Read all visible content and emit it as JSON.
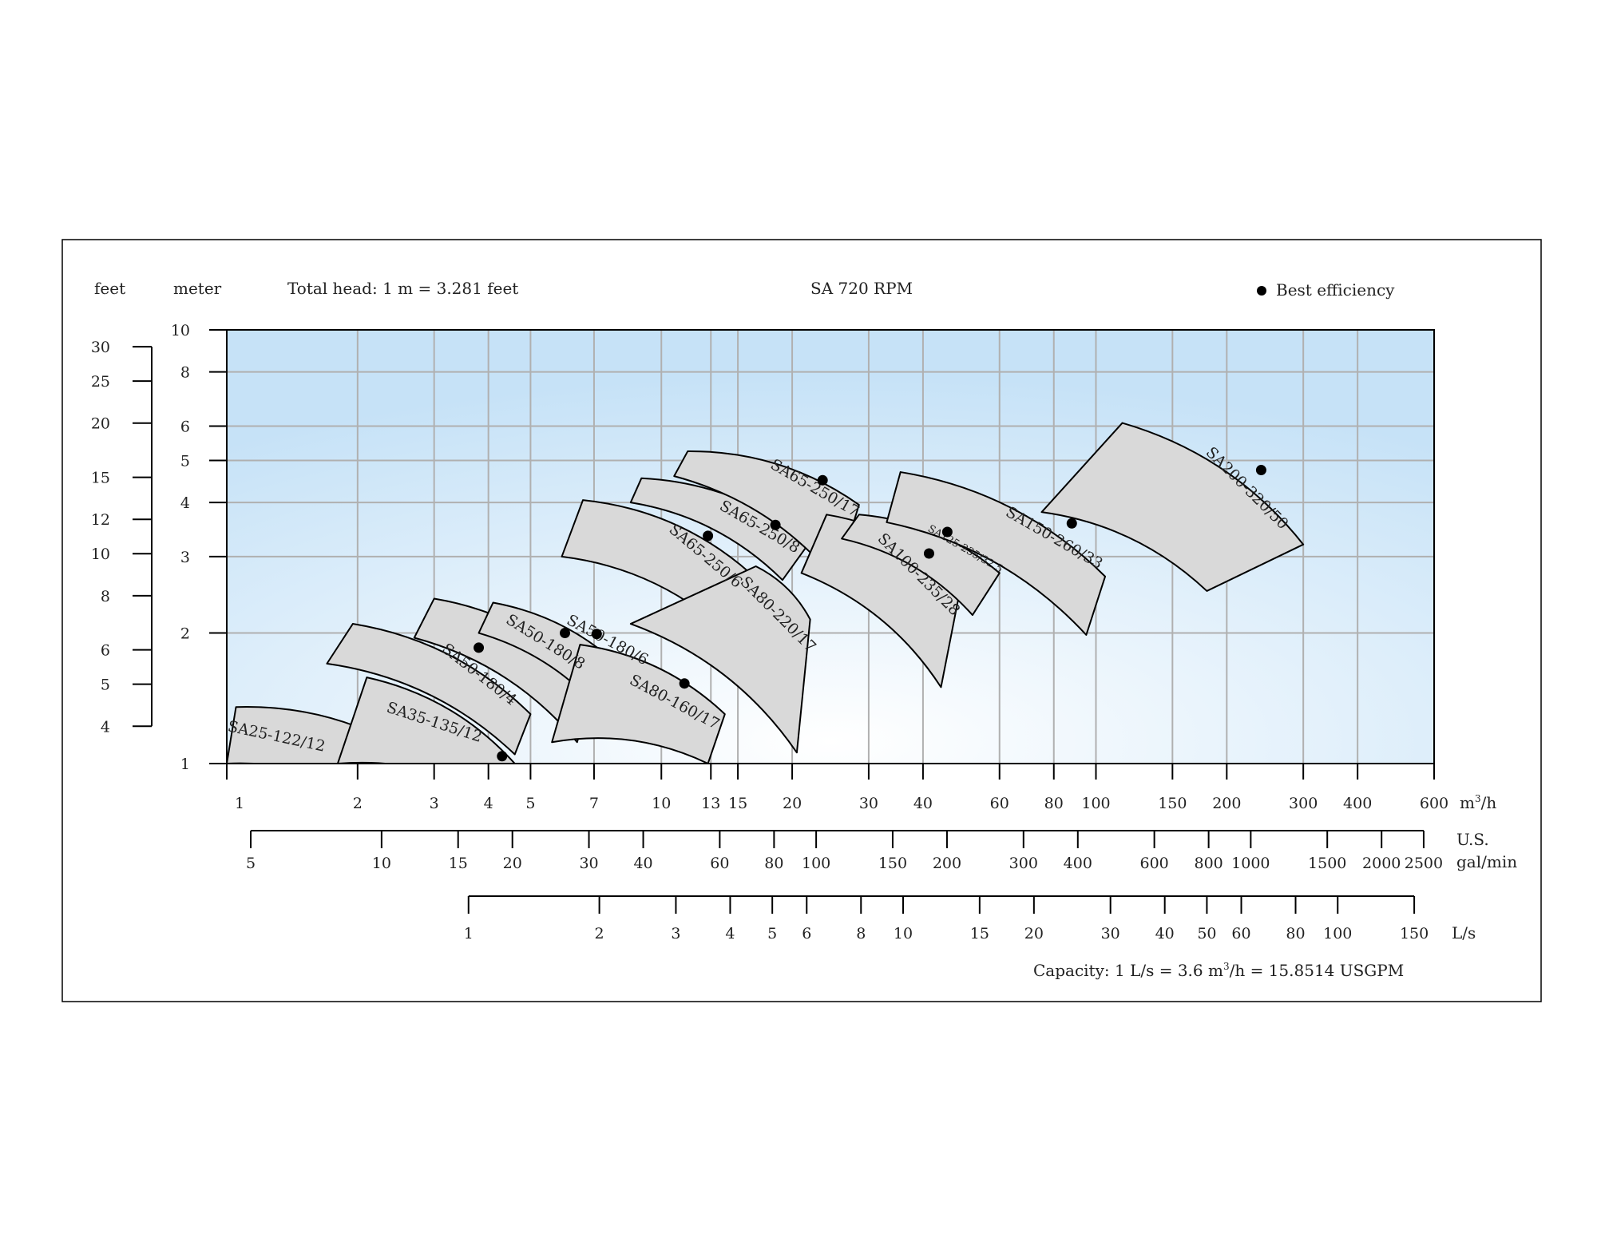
{
  "header": {
    "feet_label": "feet",
    "meter_label": "meter",
    "head_note": "Total head: 1 m = 3.281 feet",
    "title": "SA 720 RPM",
    "legend_label": "Best efficiency"
  },
  "footer": {
    "capacity_note_prefix": "Capacity: 1 L/s = 3.6 m",
    "capacity_note_sup": "3",
    "capacity_note_suffix": "/h = 15.8514 USGPM"
  },
  "colors": {
    "zone_fill": "#d9d9d9",
    "grid": "#b0b0b0",
    "bg_edge": "#c6e2f7",
    "bg_center": "#ffffff",
    "bep_dot": "#000000"
  },
  "chart_data": {
    "type": "scatter",
    "x_scale": "log",
    "y_scale": "log",
    "xlim": [
      1,
      600
    ],
    "ylim": [
      1,
      10
    ],
    "grid": true,
    "legend": "top-right",
    "axes": {
      "meter_ticks": [
        1,
        2,
        3,
        4,
        5,
        6,
        8,
        10
      ],
      "feet_ticks": [
        4,
        5,
        6,
        8,
        10,
        12,
        15,
        20,
        25,
        30
      ],
      "m3h_ticks": [
        1,
        2,
        3,
        4,
        5,
        7,
        10,
        13,
        15,
        20,
        30,
        40,
        60,
        80,
        100,
        150,
        200,
        300,
        400,
        600
      ],
      "m3h_unit_base": "m",
      "m3h_unit_sup": "3",
      "m3h_unit_tail": "/h",
      "gpm_ticks": [
        5,
        10,
        15,
        20,
        30,
        40,
        60,
        80,
        100,
        150,
        200,
        300,
        400,
        600,
        800,
        1000,
        1500,
        2000,
        2500
      ],
      "gpm_unit_1": "U.S.",
      "gpm_unit_2": "gal/min",
      "ls_ticks": [
        1,
        2,
        3,
        4,
        5,
        6,
        8,
        10,
        15,
        20,
        30,
        40,
        50,
        60,
        80,
        100,
        150
      ],
      "ls_unit": "L/s"
    },
    "zones": [
      {
        "label": "SA25-122/12",
        "bep": null,
        "tl": [
          1.05,
          1.35
        ],
        "tr": [
          2.8,
          1.02
        ],
        "br": [
          2.8,
          0.75
        ],
        "bl": [
          1.0,
          1.0
        ],
        "lx": 1.3,
        "ly": 1.15,
        "ang": 12
      },
      {
        "label": "SA35-135/12",
        "bep": [
          4.3,
          1.04
        ],
        "tl": [
          2.1,
          1.58
        ],
        "tr": [
          4.6,
          1.0
        ],
        "br": [
          4.6,
          0.8
        ],
        "bl": [
          1.8,
          1.0
        ],
        "lx": 3.0,
        "ly": 1.24,
        "ang": 18
      },
      {
        "label": "SA50-180/4",
        "bep": [
          3.8,
          1.85
        ],
        "tl": [
          1.95,
          2.1
        ],
        "tr": [
          5.0,
          1.3
        ],
        "br": [
          4.6,
          1.05
        ],
        "bl": [
          1.7,
          1.7
        ],
        "lx": 3.8,
        "ly": 1.6,
        "ang": 38
      },
      {
        "label": "SA50-180/8",
        "bep": [
          6.0,
          2.0
        ],
        "tl": [
          3.0,
          2.4
        ],
        "tr": [
          7.0,
          1.55
        ],
        "br": [
          6.4,
          1.12
        ],
        "bl": [
          2.7,
          1.95
        ],
        "lx": 5.4,
        "ly": 1.9,
        "ang": 32
      },
      {
        "label": "SA50-180/6",
        "bep": [
          7.1,
          1.99
        ],
        "tl": [
          4.1,
          2.35
        ],
        "tr": [
          8.4,
          1.6
        ],
        "br": [
          7.6,
          1.25
        ],
        "bl": [
          3.8,
          2.0
        ],
        "lx": 7.5,
        "ly": 1.92,
        "ang": 28
      },
      {
        "label": "SA80-160/17",
        "bep": [
          11.3,
          1.53
        ],
        "tl": [
          6.5,
          1.88
        ],
        "tr": [
          14.0,
          1.3
        ],
        "br": [
          12.8,
          1.0
        ],
        "bl": [
          5.6,
          1.12
        ],
        "lx": 10.7,
        "ly": 1.38,
        "ang": 28
      },
      {
        "label": "SA65-250/6",
        "bep": [
          12.8,
          3.35
        ],
        "tl": [
          6.6,
          4.05
        ],
        "tr": [
          16.0,
          2.75
        ],
        "br": [
          14.2,
          2.0
        ],
        "bl": [
          5.9,
          3.0
        ],
        "lx": 12.6,
        "ly": 3.0,
        "ang": 40
      },
      {
        "label": "SA80-220/17",
        "bep": null,
        "tl": [
          16.5,
          2.85
        ],
        "tr": [
          22.0,
          2.15
        ],
        "br": [
          20.5,
          1.06
        ],
        "bl": [
          8.5,
          2.1
        ],
        "lx": 18.5,
        "ly": 2.2,
        "ang": 45
      },
      {
        "label": "SA65-250/8",
        "bep": [
          18.3,
          3.55
        ],
        "tl": [
          9.0,
          4.55
        ],
        "tr": [
          22.0,
          3.25
        ],
        "br": [
          19.0,
          2.65
        ],
        "bl": [
          8.5,
          4.0
        ],
        "lx": 16.8,
        "ly": 3.5,
        "ang": 30
      },
      {
        "label": "SA65-250/17",
        "bep": [
          23.5,
          4.5
        ],
        "tl": [
          11.5,
          5.25
        ],
        "tr": [
          28.5,
          3.95
        ],
        "br": [
          25.2,
          2.65
        ],
        "bl": [
          10.7,
          4.6
        ],
        "lx": 22.5,
        "ly": 4.3,
        "ang": 30
      },
      {
        "label": "SA100-235/28",
        "bep": [
          41.3,
          3.05
        ],
        "tl": [
          24.0,
          3.75
        ],
        "tr": [
          49.0,
          2.6
        ],
        "br": [
          44.0,
          1.5
        ],
        "bl": [
          21.0,
          2.75
        ],
        "lx": 39.0,
        "ly": 2.72,
        "ang": 45
      },
      {
        "label": "SA125-235/32.5",
        "bep": [
          45.5,
          3.42
        ],
        "tl": [
          28.5,
          3.75
        ],
        "tr": [
          60.0,
          2.75
        ],
        "br": [
          52.0,
          2.2
        ],
        "bl": [
          26.0,
          3.3
        ],
        "lx": 50.0,
        "ly": 3.12,
        "ang": 30
      },
      {
        "label": "SA150-260/33",
        "bep": [
          88.0,
          3.58
        ],
        "tl": [
          35.5,
          4.7
        ],
        "tr": [
          105.0,
          2.7
        ],
        "br": [
          95.0,
          1.98
        ],
        "bl": [
          33.0,
          3.6
        ],
        "lx": 80.0,
        "ly": 3.3,
        "ang": 30
      },
      {
        "label": "SA200-320/50",
        "bep": [
          240.0,
          4.75
        ],
        "tl": [
          115.0,
          6.1
        ],
        "tr": [
          300.0,
          3.2
        ],
        "br": [
          180.0,
          2.5
        ],
        "bl": [
          75.0,
          3.8
        ],
        "lx": 222.0,
        "ly": 4.3,
        "ang": 45
      }
    ]
  }
}
